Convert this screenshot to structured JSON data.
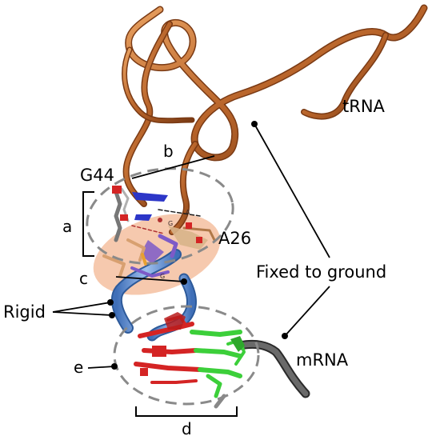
{
  "labels": {
    "trna": "tRNA",
    "mrna": "mRNA",
    "g44": "G44",
    "a26": "A26",
    "fixed": "Fixed to ground",
    "rigid": "Rigid",
    "a": "a",
    "b": "b",
    "c": "c",
    "d": "d",
    "e": "e"
  },
  "small_labels": {
    "a_small": "A",
    "g_small": "G",
    "g_small_2": "G"
  },
  "colors": {
    "trna_backbone": "#b8642a",
    "trna_highlight": "#e09a5c",
    "mrna_backbone": "#555555",
    "anticodon_backbone": "#6f97cf",
    "base_red": "#d42424",
    "base_green": "#3ccf3a",
    "base_blue": "#2c36c8",
    "base_purple": "#7d5ac8",
    "base_tan": "#d8b48a",
    "rigid_highlight": "#f4c0a0",
    "dashed_circle": "#8a8a8a"
  }
}
